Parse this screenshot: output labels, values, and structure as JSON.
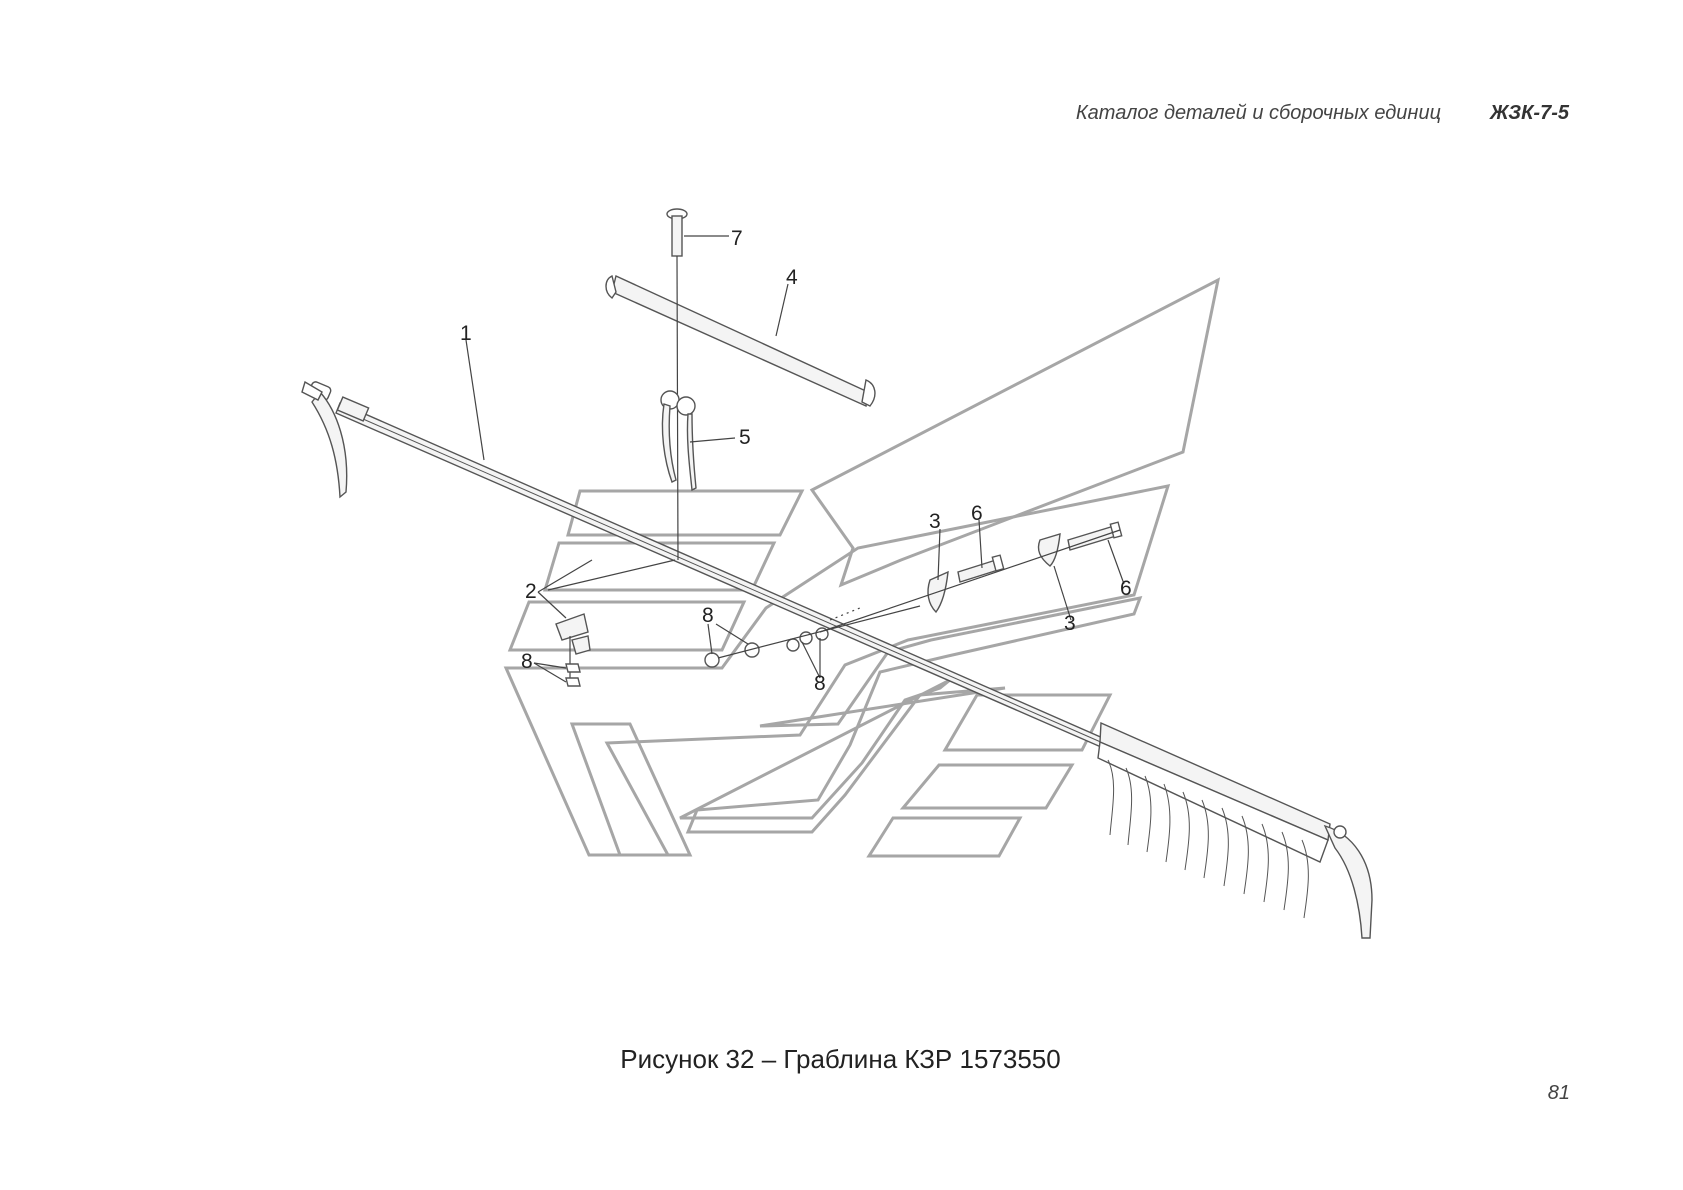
{
  "header": {
    "catalog_title": "Каталог деталей и сборочных единиц",
    "model_code": "ЖЗК-7-5"
  },
  "figure": {
    "caption": "Рисунок 32 – Граблина КЗР 1573550",
    "callouts": {
      "c1": "1",
      "c2": "2",
      "c3a": "3",
      "c3b": "3",
      "c4": "4",
      "c5": "5",
      "c6a": "6",
      "c6b": "6",
      "c7": "7",
      "c8a": "8",
      "c8b": "8",
      "c8c": "8"
    }
  },
  "footer": {
    "page_number": "81"
  }
}
